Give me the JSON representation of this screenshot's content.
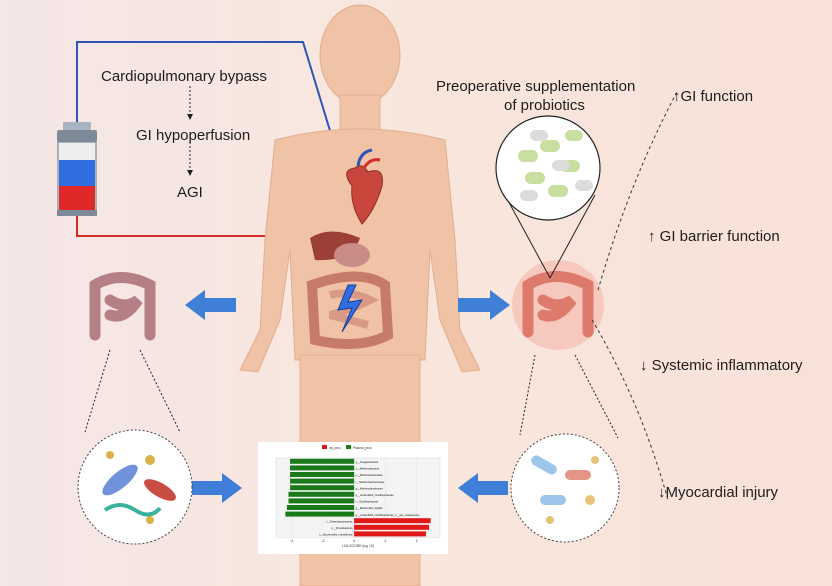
{
  "flow": {
    "step1": "Cardiopulmonary bypass",
    "step2": "GI hypoperfusion",
    "step3": "AGI"
  },
  "probiotics_label_line1": "Preoperative supplementation",
  "probiotics_label_line2": "of probiotics",
  "outcomes": [
    {
      "arrow": "↑",
      "label": "GI function"
    },
    {
      "arrow": "↑",
      "label": "GI barrier function"
    },
    {
      "arrow": "↓",
      "label": "Systemic inflammatory"
    },
    {
      "arrow": "↓",
      "label": "Myocardial injury"
    }
  ],
  "colors": {
    "blood_blue": "#2f55b8",
    "blood_red": "#d62b2b",
    "arrow_blue": "#3f7fd8",
    "lda_green": "#1a7a1a",
    "lda_red": "#e01818"
  },
  "chart_data": {
    "type": "bar",
    "legend": [
      "cw_proc",
      "Plasma_proc"
    ],
    "categories": [
      "g__Coagaribacteria",
      "c__Methanobacteria",
      "o__Methanobacteriales",
      "f__Methanobacteriaceae",
      "g__Methanobrevibacter",
      "g__unidentified_Oscillospiraceae",
      "f__Oscillospiraceae",
      "g__Bacteroides_fragilis",
      "g__unidentified_Oscillospiraceae_s__gut_metagenome",
      "f__Enterobacteriaceae",
      "p__Proteobacteria",
      "s__Bacteroides_massiliensis"
    ],
    "values": [
      -4.1,
      -4.1,
      -4.1,
      -4.1,
      -4.1,
      -4.2,
      -4.2,
      -4.3,
      -4.4,
      4.9,
      4.8,
      4.6
    ],
    "xlabel": "LDA SCORE (log 10)",
    "xticks": [
      -4,
      -2,
      0,
      2,
      4
    ],
    "xlim": [
      -5,
      5.5
    ]
  }
}
